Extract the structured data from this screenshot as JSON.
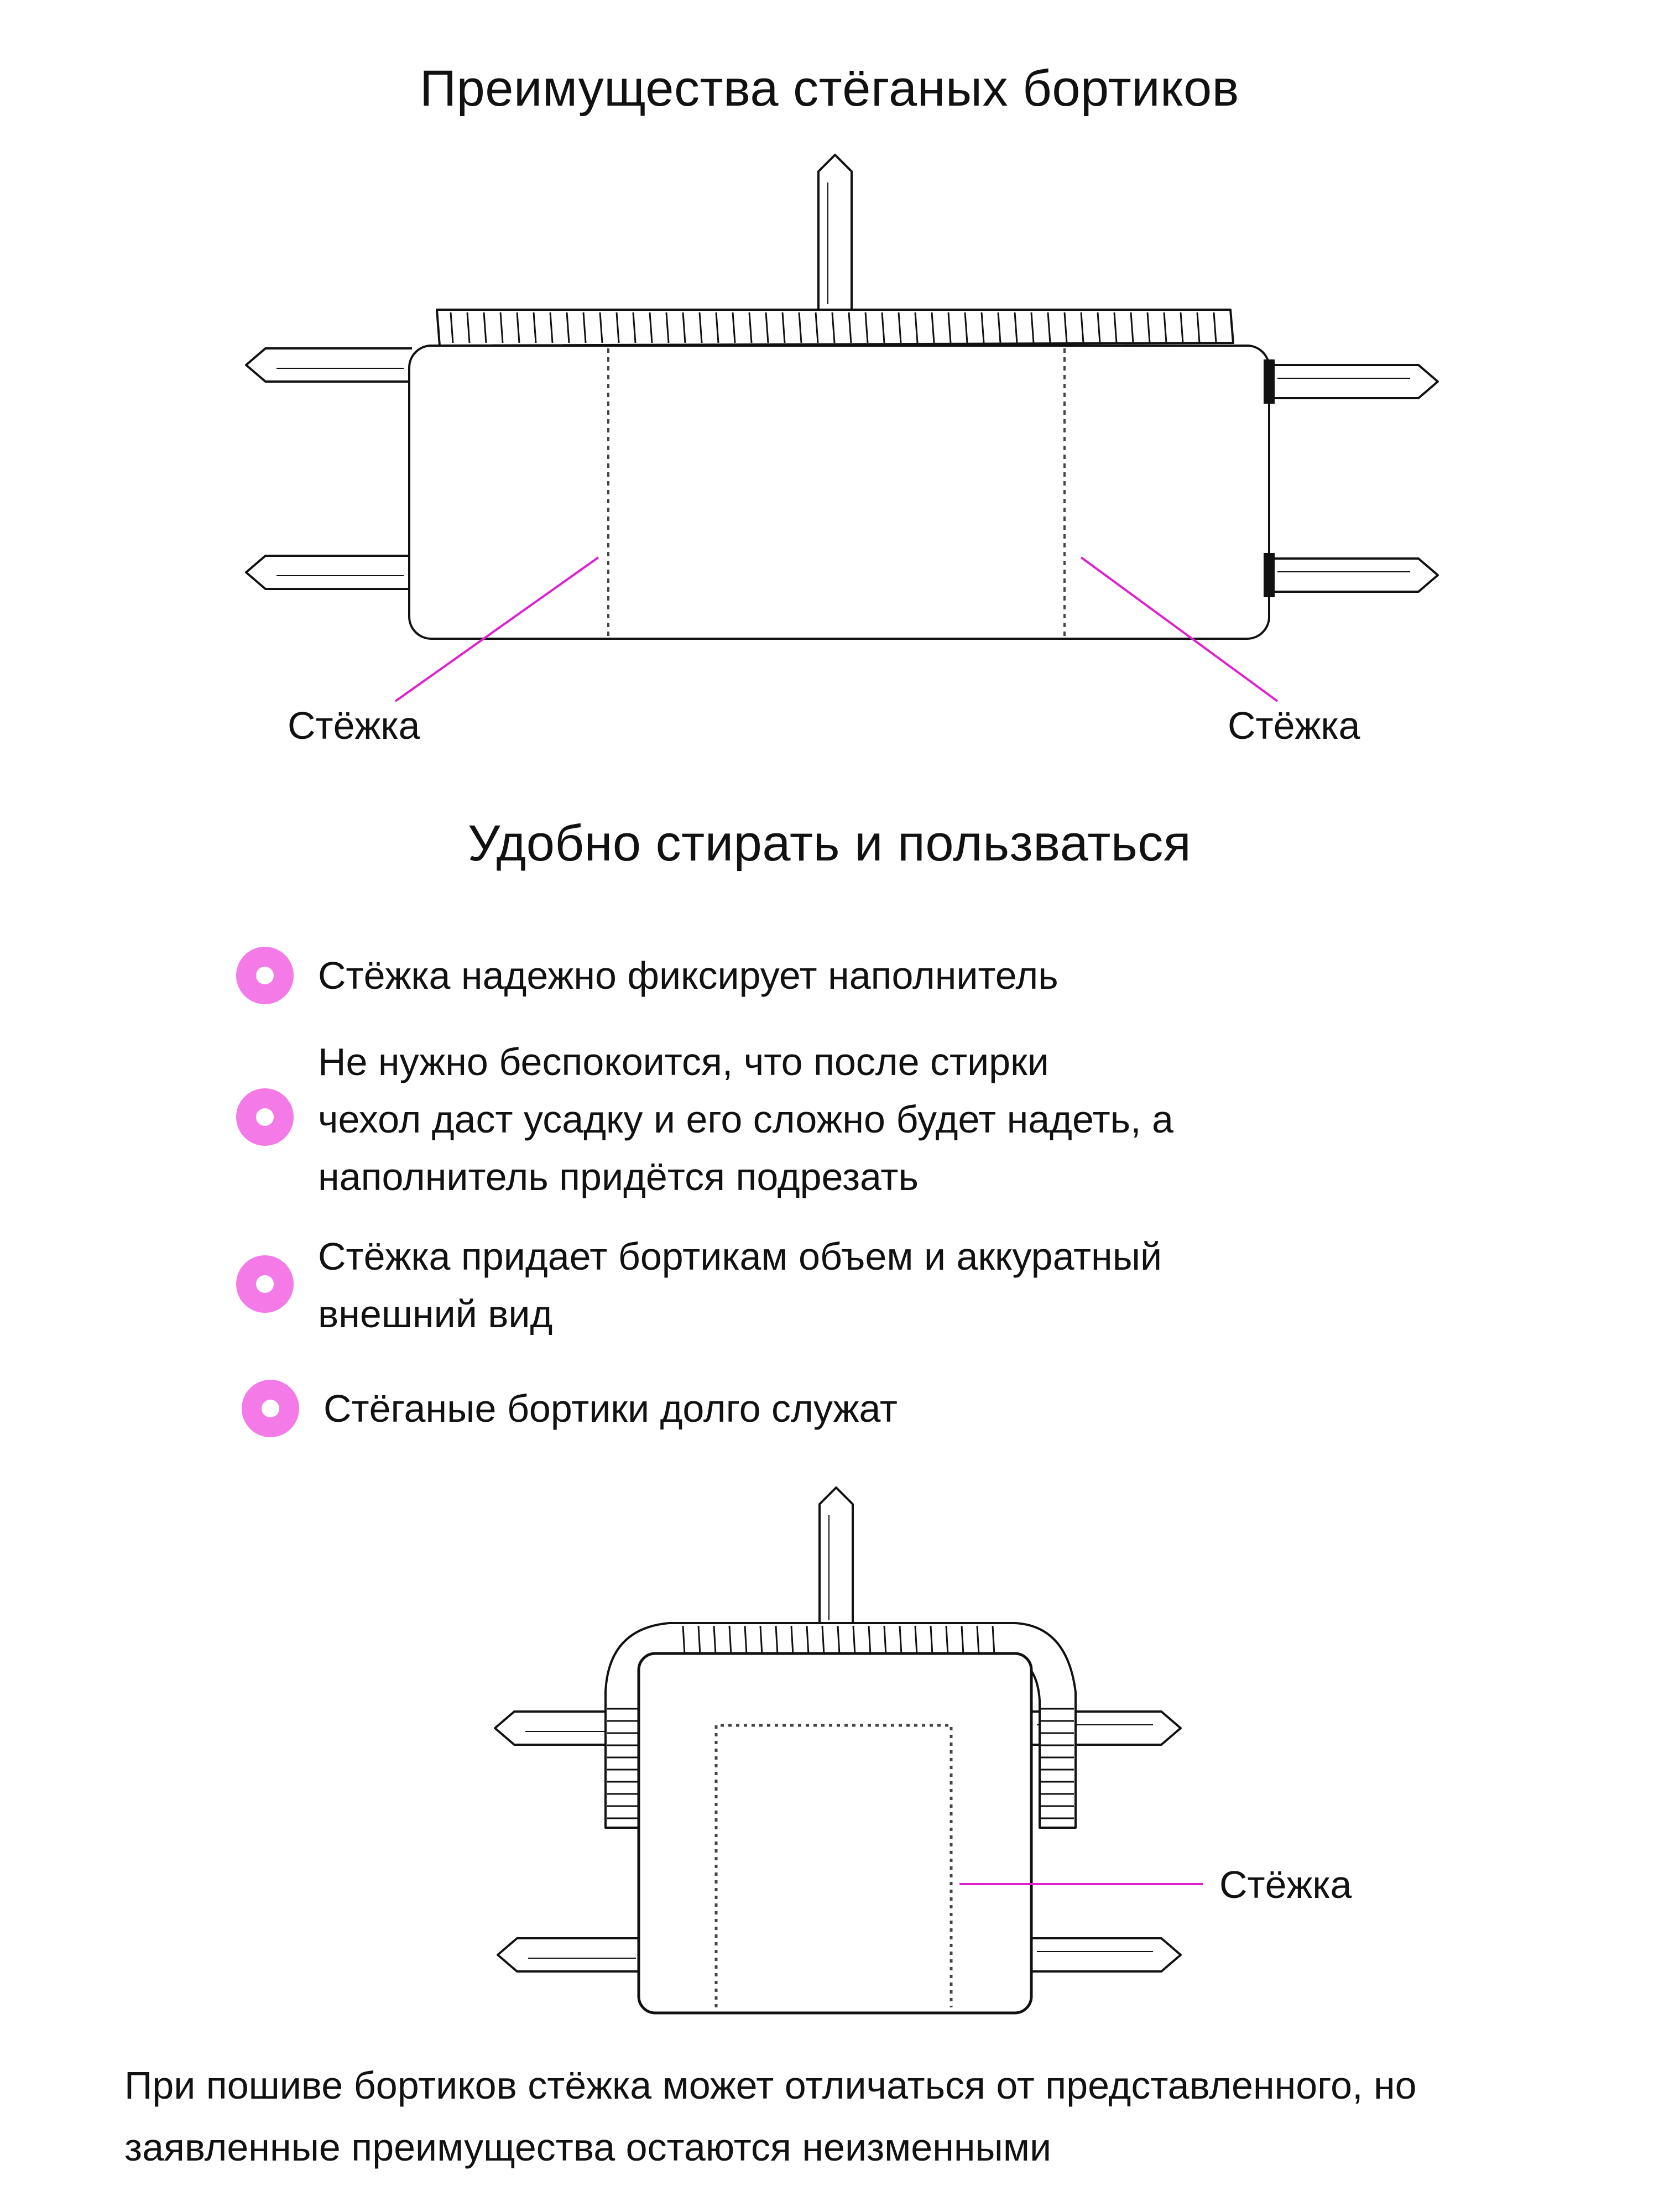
{
  "header": {
    "title": "Преимущества стёганых бортиков"
  },
  "figure_top": {
    "left_label": "Стёжка",
    "right_label": "Стёжка"
  },
  "subtitle": "Удобно стирать и пользваться",
  "features": [
    {
      "lines": [
        "Стёжка надежно фиксирует наполнитель"
      ]
    },
    {
      "lines": [
        "Не нужно беспокоится, что после стирки",
        "чехол даст усадку и его сложно будет надеть, а",
        "наполнитель придётся подрезать"
      ]
    },
    {
      "lines": [
        "Стёжка придает бортикам объем и аккуратный",
        "внешний вид"
      ]
    },
    {
      "lines": [
        "Стёганые бортики долго служат"
      ]
    }
  ],
  "figure_bottom": {
    "label": "Стёжка"
  },
  "footer": {
    "lines": [
      "При пошиве бортиков стёжка может отличаться от представленного, но",
      "заявленные преимущества остаются неизменными"
    ]
  },
  "colors": {
    "accent": "#f47ae8",
    "callout_line": "#e01fd0",
    "outline": "#111111"
  }
}
